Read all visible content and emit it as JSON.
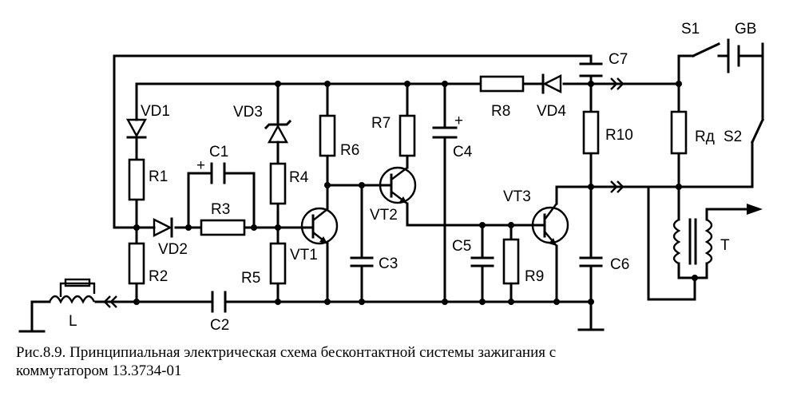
{
  "labels": {
    "S1": "S1",
    "GB": "GB",
    "C7": "C7",
    "R8": "R8",
    "VD4": "VD4",
    "VD1": "VD1",
    "VD3": "VD3",
    "R7": "R7",
    "C4": "C4",
    "R10": "R10",
    "Rd": "Rд",
    "S2": "S2",
    "C1": "C1",
    "R1": "R1",
    "R6": "R6",
    "R4": "R4",
    "VT2": "VT2",
    "VT3": "VT3",
    "R3": "R3",
    "VD2": "VD2",
    "VT1": "VT1",
    "C3": "C3",
    "C5": "C5",
    "R9": "R9",
    "C6": "C6",
    "T": "T",
    "R2": "R2",
    "R5": "R5",
    "L": "L",
    "C2": "C2",
    "plus_c1": "+",
    "plus_c4": "+"
  },
  "caption": {
    "line1": "Рис.8.9. Принципиальная электрическая схема бесконтактной системы зажигания с",
    "line2": "коммутатором 13.3734-01"
  }
}
